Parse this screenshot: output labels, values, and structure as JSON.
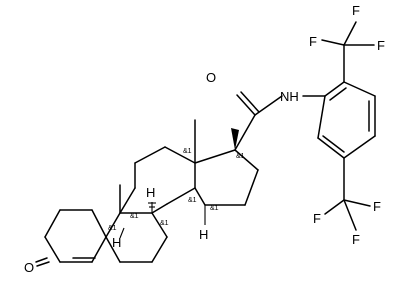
{
  "atoms": {
    "oxygen_ketone": "O",
    "oxygen_amide": "O",
    "nitrogen_h": "NH",
    "fluorines": [
      "F",
      "F",
      "F",
      "F",
      "F",
      "F"
    ],
    "hydrogens": [
      "H",
      "H",
      "H"
    ]
  },
  "stereo_labels": [
    "&1",
    "&1",
    "&1",
    "&1",
    "&1",
    "&1",
    "&1"
  ]
}
